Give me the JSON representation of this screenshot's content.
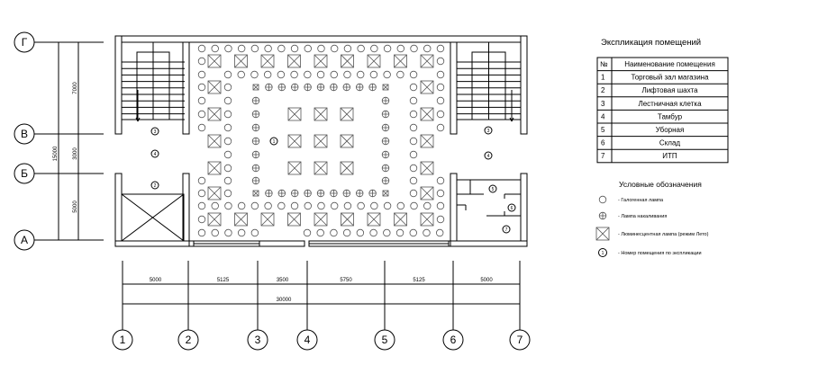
{
  "axes": {
    "rows": [
      "Г",
      "В",
      "Б",
      "А"
    ],
    "cols": [
      "1",
      "2",
      "3",
      "4",
      "5",
      "6",
      "7"
    ]
  },
  "dimensions": {
    "vertical_total": "15000",
    "vertical": [
      "7000",
      "3000",
      "5000"
    ],
    "horizontal": [
      "5000",
      "5125",
      "3500",
      "5750",
      "5125",
      "5000"
    ],
    "horizontal_total": "30000"
  },
  "room_markers": [
    "1",
    "2",
    "3",
    "3",
    "4",
    "4",
    "5",
    "6",
    "7"
  ],
  "explication": {
    "title": "Экспликация помещений",
    "header": [
      "№",
      "Наименование помещения"
    ],
    "rows": [
      [
        "1",
        "Торговый зал магазина"
      ],
      [
        "2",
        "Лифтовая шахта"
      ],
      [
        "3",
        "Лестничная клетка"
      ],
      [
        "4",
        "Тамбур"
      ],
      [
        "5",
        "Уборная"
      ],
      [
        "6",
        "Склад"
      ],
      [
        "7",
        "ИТП"
      ]
    ]
  },
  "legend": {
    "title": "Условные обозначения",
    "items": [
      {
        "icon": "halogen-lamp-icon",
        "label": "- Галогенная лампа"
      },
      {
        "icon": "incandescent-lamp-icon",
        "label": "- Лампа накаливания"
      },
      {
        "icon": "fluorescent-lamp-icon",
        "label": "- Люминесцентная лампа (режим Лето)"
      },
      {
        "icon": "room-number-icon",
        "marker": "1",
        "label": "- Номер помещения по экспликации"
      }
    ]
  }
}
